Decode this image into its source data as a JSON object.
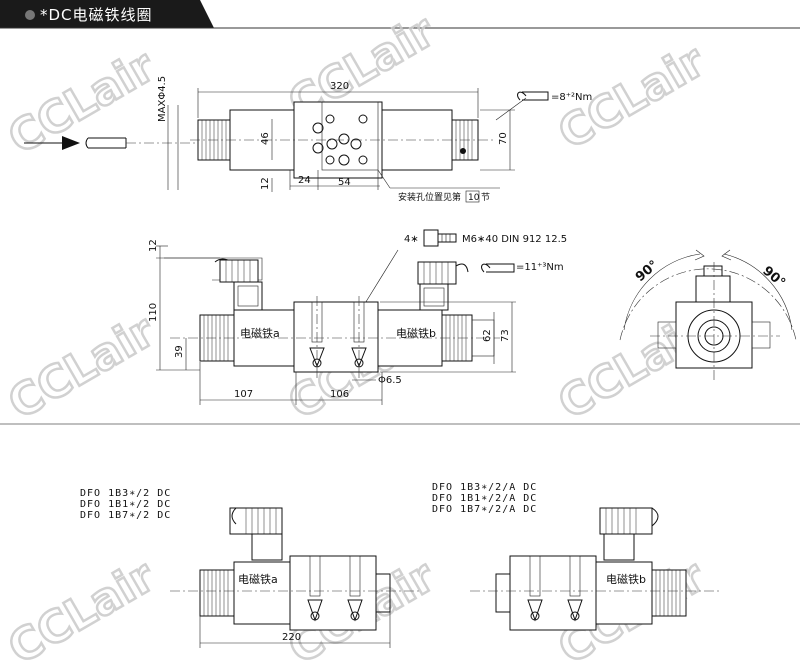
{
  "header": {
    "title": "*DC电磁铁线圈"
  },
  "watermark": {
    "text": "CCLair"
  },
  "top_view": {
    "dims": {
      "overall_length": "320",
      "height": "70",
      "cable_dia": "MAXΦ4.5",
      "mount_h": "46",
      "mount_w1": "24",
      "mount_w2": "54",
      "offset": "12"
    },
    "torque_note": "=8⁺²Nm",
    "install_note": "安装孔位置见第",
    "install_note_box": "10",
    "install_note_end": "节"
  },
  "front_view": {
    "dims": {
      "top": "12",
      "height": "110",
      "base": "39",
      "left_len": "107",
      "center_len": "106",
      "diameter": "Φ6.5",
      "h62": "62",
      "h73": "73"
    },
    "screw_qty": "4∗",
    "screw_spec": "M6∗40   DIN 912 12.5",
    "torque_note": "=11⁺³Nm",
    "solenoid_a": "电磁铁a",
    "solenoid_b": "电磁铁b"
  },
  "side_view": {
    "angle_left": "90°",
    "angle_right": "90°"
  },
  "bottom_left": {
    "models": [
      "DFO  1B3∗/2  DC",
      "DFO  1B1∗/2  DC",
      "DFO  1B7∗/2  DC"
    ],
    "solenoid": "电磁铁a",
    "length": "220"
  },
  "bottom_right": {
    "models": [
      "DFO  1B3∗/2/A  DC",
      "DFO  1B1∗/2/A  DC",
      "DFO  1B7∗/2/A  DC"
    ],
    "solenoid": "电磁铁b"
  }
}
